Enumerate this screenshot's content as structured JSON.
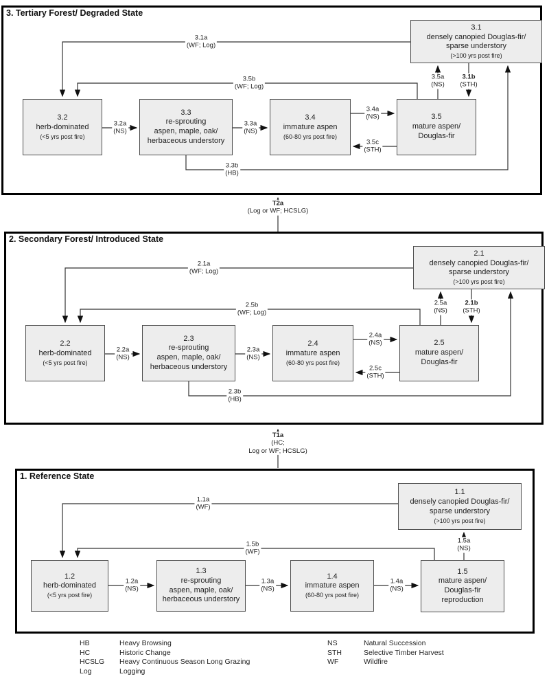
{
  "colors": {
    "panel_border": "#000000",
    "box_fill": "#ededed",
    "box_border": "#4d4d4d",
    "line": "#333333",
    "arrowhead": "#111111"
  },
  "panels": [
    {
      "key": "3",
      "title": "3. Tertiary Forest/ Degraded State",
      "boxes": {
        "s1": {
          "number": "3.1",
          "label": "densely canopied Douglas-fir/\nsparse understory",
          "sub": "(>100 yrs post fire)"
        },
        "s2": {
          "number": "3.2",
          "label": "herb-dominated",
          "sub": "(<5 yrs post fire)"
        },
        "s3": {
          "number": "3.3",
          "label": "re-sprouting\naspen, maple, oak/\nherbaceous understory"
        },
        "s4": {
          "number": "3.4",
          "label": "immature aspen",
          "sub": "(60-80 yrs post fire)"
        },
        "s5": {
          "number": "3.5",
          "label": "mature aspen/\nDouglas-fir"
        }
      },
      "arrows": {
        "a1a": {
          "id": "3.1a",
          "cause": "(WF; Log)"
        },
        "a5b": {
          "id": "3.5b",
          "cause": "(WF; Log)"
        },
        "a2a": {
          "id": "3.2a",
          "cause": "(NS)"
        },
        "a3a": {
          "id": "3.3a",
          "cause": "(NS)"
        },
        "a4a": {
          "id": "3.4a",
          "cause": "(NS)"
        },
        "a5a": {
          "id": "3.5a",
          "cause": "(NS)"
        },
        "a1b": {
          "id": "3.1b",
          "cause": "(STH)"
        },
        "a5c": {
          "id": "3.5c",
          "cause": "(STH)"
        },
        "a3b": {
          "id": "3.3b",
          "cause": "(HB)"
        }
      }
    },
    {
      "key": "2",
      "title": "2. Secondary Forest/ Introduced State",
      "boxes": {
        "s1": {
          "number": "2.1",
          "label": "densely canopied Douglas-fir/\nsparse understory",
          "sub": "(>100 yrs post fire)"
        },
        "s2": {
          "number": "2.2",
          "label": "herb-dominated",
          "sub": "(<5 yrs post fire)"
        },
        "s3": {
          "number": "2.3",
          "label": "re-sprouting\naspen, maple, oak/\nherbaceous understory"
        },
        "s4": {
          "number": "2.4",
          "label": "immature aspen",
          "sub": "(60-80 yrs post fire)"
        },
        "s5": {
          "number": "2.5",
          "label": "mature aspen/\nDouglas-fir"
        }
      },
      "arrows": {
        "a1a": {
          "id": "2.1a",
          "cause": "(WF; Log)"
        },
        "a5b": {
          "id": "2.5b",
          "cause": "(WF; Log)"
        },
        "a2a": {
          "id": "2.2a",
          "cause": "(NS)"
        },
        "a3a": {
          "id": "2.3a",
          "cause": "(NS)"
        },
        "a4a": {
          "id": "2.4a",
          "cause": "(NS)"
        },
        "a5a": {
          "id": "2.5a",
          "cause": "(NS)"
        },
        "a1b": {
          "id": "2.1b",
          "cause": "(STH)"
        },
        "a5c": {
          "id": "2.5c",
          "cause": "(STH)"
        },
        "a3b": {
          "id": "2.3b",
          "cause": "(HB)"
        }
      }
    },
    {
      "key": "1",
      "title": "1. Reference State",
      "boxes": {
        "s1": {
          "number": "1.1",
          "label": "densely canopied Douglas-fir/\nsparse understory",
          "sub": "(>100 yrs post fire)"
        },
        "s2": {
          "number": "1.2",
          "label": "herb-dominated",
          "sub": "(<5 yrs post fire)"
        },
        "s3": {
          "number": "1.3",
          "label": "re-sprouting\naspen, maple, oak/\nherbaceous understory"
        },
        "s4": {
          "number": "1.4",
          "label": "immature aspen",
          "sub": "(60-80 yrs post fire)"
        },
        "s5": {
          "number": "1.5",
          "label": "mature aspen/\nDouglas-fir\nreproduction"
        }
      },
      "arrows": {
        "a1a": {
          "id": "1.1a",
          "cause": "(WF)"
        },
        "a5b": {
          "id": "1.5b",
          "cause": "(WF)"
        },
        "a2a": {
          "id": "1.2a",
          "cause": "(NS)"
        },
        "a3a": {
          "id": "1.3a",
          "cause": "(NS)"
        },
        "a4a": {
          "id": "1.4a",
          "cause": "(NS)"
        },
        "a5a": {
          "id": "1.5a",
          "cause": "(NS)"
        }
      }
    }
  ],
  "transitions": {
    "t2a": {
      "id": "T2a",
      "cause": "(Log or WF; HCSLG)"
    },
    "t1a": {
      "id": "T1a",
      "cause": "(HC;\nLog or WF; HCSLG)"
    }
  },
  "legend": {
    "left": [
      {
        "abbr": "HB",
        "label": "Heavy Browsing"
      },
      {
        "abbr": "HC",
        "label": "Historic Change"
      },
      {
        "abbr": "HCSLG",
        "label": "Heavy Continuous Season Long Grazing"
      },
      {
        "abbr": "Log",
        "label": "Logging"
      }
    ],
    "right": [
      {
        "abbr": "NS",
        "label": "Natural Succession"
      },
      {
        "abbr": "STH",
        "label": "Selective Timber Harvest"
      },
      {
        "abbr": "WF",
        "label": "Wildfire"
      }
    ]
  }
}
